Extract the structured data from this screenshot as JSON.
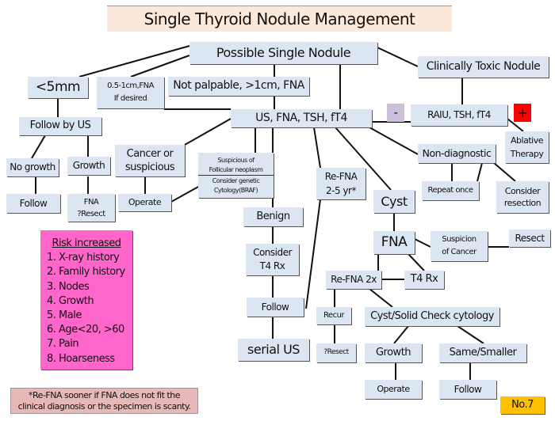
{
  "title": "Single Thyroid Nodule Management",
  "nodes": {
    "possible": "Possible Single Nodule",
    "toxic": "Clinically Toxic Nodule",
    "lt5mm": "<5mm",
    "small": [
      "0.5-1cm,FNA",
      "If desired"
    ],
    "notpalp": "Not palpable, >1cm, FNA",
    "usfna": "US, FNA, TSH, fT4",
    "minus": "-",
    "raiu": "RAIU, TSH, fT4",
    "plus": "+",
    "ablative": [
      "Ablative",
      "Therapy"
    ],
    "followus": "Follow by US",
    "nogrowth": "No growth",
    "growth": "Growth",
    "follow1": "Follow",
    "fnaresect": [
      "FNA",
      "?Resect"
    ],
    "cancer": [
      "Cancer or",
      "suspicious"
    ],
    "susp_follicular": [
      "Suspicious of",
      "Follicular neoplasm"
    ],
    "genetic": [
      "Consider genetic",
      "Cytology(BRAF)"
    ],
    "operate1": "Operate",
    "benign": "Benign",
    "t4consider": [
      "Consider",
      "T4 Rx"
    ],
    "follow2": "Follow",
    "serialus": "serial US",
    "refna25": [
      "Re-FNA",
      "2-5 yr*"
    ],
    "cyst": "Cyst",
    "nondiag": "Non-diagnostic",
    "repeat": "Repeat once",
    "considerres": [
      "Consider",
      "resection"
    ],
    "fna": "FNA",
    "suspcancer": [
      "Suspicion",
      "of Cancer"
    ],
    "resect": "Resect",
    "refna2x": "Re-FNA 2x",
    "t4rx": "T4 Rx",
    "recur": "Recur",
    "cystsolid": "Cyst/Solid Check cytology",
    "qresect": "?Resect",
    "growth2": "Growth",
    "samesmaller": "Same/Smaller",
    "operate2": "Operate",
    "follow3": "Follow"
  },
  "risk": {
    "heading": "Risk increased",
    "items": [
      "1. X-ray history",
      "2. Family history",
      "3. Nodes",
      "4. Growth",
      "5. Male",
      "6. Age<20, >60",
      "7. Pain",
      "8. Hoarseness"
    ]
  },
  "footnote": [
    "*Re-FNA sooner if  FNA does not fit the",
    "clinical diagnosis or the specimen is scanty."
  ],
  "page_label": "No.7",
  "colors": {
    "box": "#dce6f2",
    "title": "#fde9d9",
    "risk": "#ff66cc",
    "footnote": "#e6b8b7",
    "minus": "#ccc0da",
    "plus": "#ff0000",
    "label": "#ffc000"
  }
}
